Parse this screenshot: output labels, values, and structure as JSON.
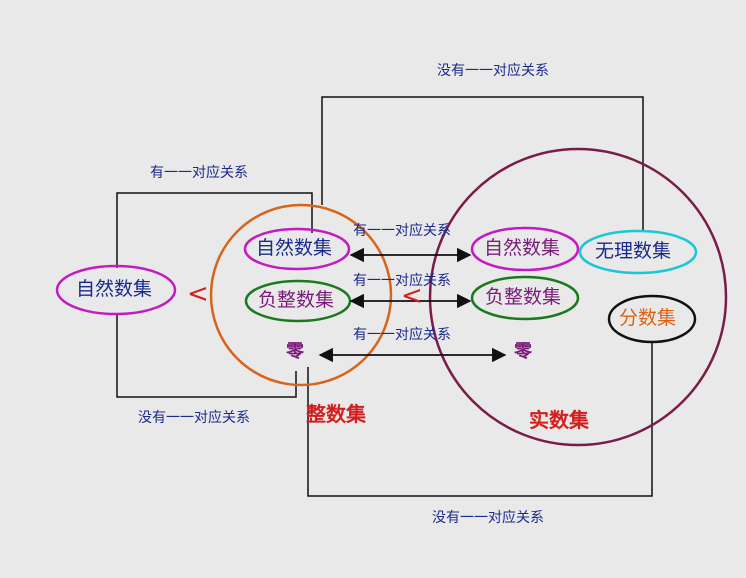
{
  "labels": {
    "top_relation": "没有一一对应关系",
    "left_top_relation": "有一一对应关系",
    "left_bottom_relation": "没有一一对应关系",
    "bottom_relation": "没有一一对应关系",
    "arrow1_relation": "有一一对应关系",
    "arrow2_relation": "有一一对应关系",
    "arrow3_relation": "有一一对应关系"
  },
  "sets": {
    "natural_left": "自然数集",
    "natural_in_integer": "自然数集",
    "negative_in_integer": "负整数集",
    "zero_in_integer": "零",
    "integer_set": "整数集",
    "natural_in_real": "自然数集",
    "negative_in_real": "负整数集",
    "zero_in_real": "零",
    "irrational": "无理数集",
    "fraction": "分数集",
    "real_set": "实数集"
  },
  "symbols": {
    "less_than_left": "<",
    "less_than_mid": "<"
  },
  "colors": {
    "background": "#e9e9e9",
    "relation_text": "#1a2a8c",
    "natural_ellipse": "#c21bc2",
    "negative_ellipse": "#1a7a1a",
    "integer_circle": "#d8641c",
    "real_circle": "#7a1c4a",
    "irrational_ellipse": "#19c7d9",
    "fraction_ellipse": "#111111",
    "set_text_blue": "#1a2a8c",
    "set_text_purple": "#7a1c7a",
    "red_text": "#d21f1f",
    "fraction_text": "#e06010"
  }
}
